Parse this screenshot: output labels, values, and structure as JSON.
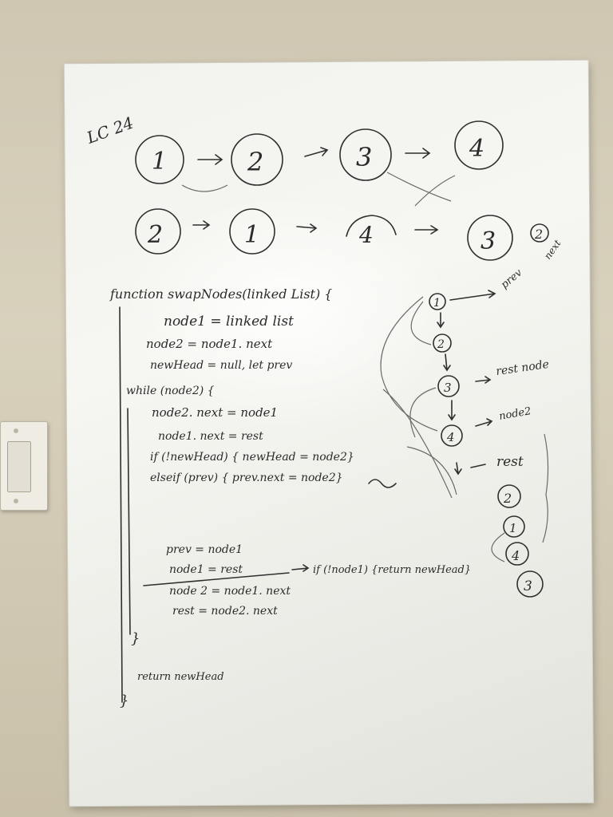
{
  "title_mark": "LC 24",
  "top_row": {
    "nodes": [
      "1",
      "2",
      "3",
      "4"
    ]
  },
  "second_row": {
    "nodes": [
      "2",
      "1",
      "4",
      "3"
    ],
    "extra": "2"
  },
  "code": [
    "function swapNodes(linked List) {",
    "node1 = linked list",
    "node2 = node1. next",
    "newHead = null, let prev",
    "while (node2) {",
    "node2. next = node1",
    "node1. next = rest",
    "if (!newHead) { newHead = node2}",
    "elseif (prev) { prev.next = node2}",
    "prev = node1",
    "node1 = rest",
    "node 2 = node1. next",
    "rest = node2. next",
    "}",
    "return newHead",
    "}"
  ],
  "side_note": "if (!node1) {return newHead}",
  "diagram": {
    "nodes": [
      "1",
      "2",
      "3",
      "4"
    ],
    "labels": [
      "prev",
      "next",
      "rest node",
      "node2",
      "rest"
    ],
    "stack": [
      "2",
      "1",
      "4",
      "3"
    ]
  }
}
